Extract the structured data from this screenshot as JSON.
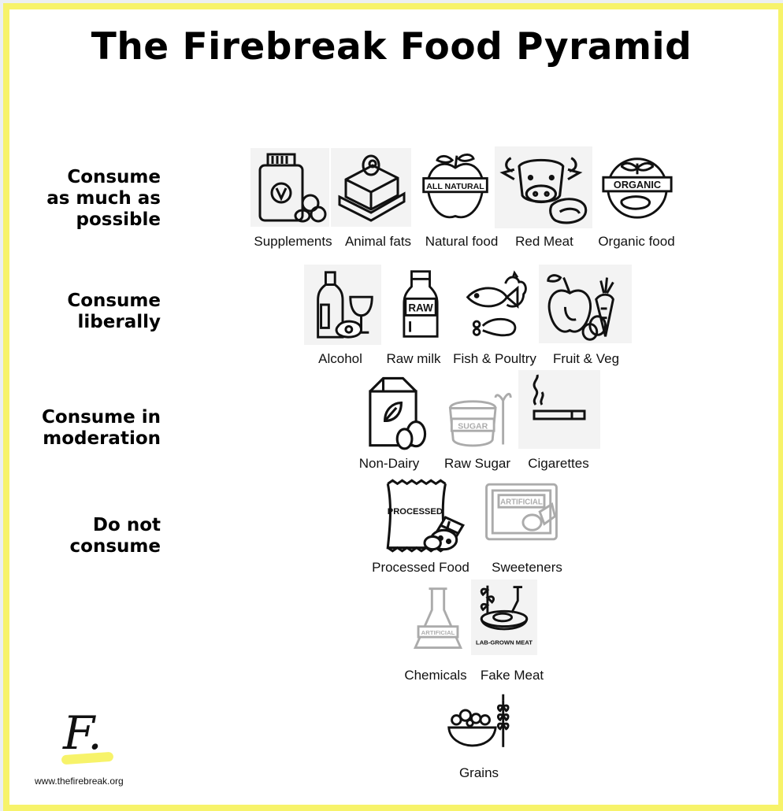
{
  "title": "The Firebreak Food Pyramid",
  "tiers": [
    {
      "lines": [
        "Consume",
        "as much as",
        "possible"
      ]
    },
    {
      "lines": [
        "Consume",
        "liberally"
      ]
    },
    {
      "lines": [
        "Consume in",
        "moderation"
      ]
    },
    {
      "lines": [
        "Do not",
        "consume"
      ]
    }
  ],
  "items": {
    "supplements": {
      "label": "Supplements",
      "icon": "supplement-bottle-icon"
    },
    "animal_fats": {
      "label": "Animal fats",
      "icon": "butter-icon"
    },
    "natural_food": {
      "label": "Natural food",
      "icon": "apple-icon",
      "badge": "ALL NATURAL"
    },
    "red_meat": {
      "label": "Red Meat",
      "icon": "cow-steak-icon"
    },
    "organic_food": {
      "label": "Organic food",
      "icon": "organic-badge-icon",
      "badge": "ORGANIC"
    },
    "alcohol": {
      "label": "Alcohol",
      "icon": "wine-icon"
    },
    "raw_milk": {
      "label": "Raw milk",
      "icon": "milk-bottle-icon",
      "badge": "RAW"
    },
    "fish_poultry": {
      "label": "Fish & Poultry",
      "icon": "fish-chicken-icon"
    },
    "fruit_veg": {
      "label": "Fruit & Veg",
      "icon": "fruit-veg-icon"
    },
    "non_dairy": {
      "label": "Non-Dairy",
      "icon": "carton-almond-icon"
    },
    "raw_sugar": {
      "label": "Raw Sugar",
      "icon": "sugar-bowl-icon",
      "badge": "SUGAR"
    },
    "cigarettes": {
      "label": "Cigarettes",
      "icon": "cigarette-icon"
    },
    "processed_food": {
      "label": "Processed Food",
      "icon": "processed-bag-icon",
      "badge": "PROCESSED"
    },
    "sweeteners": {
      "label": "Sweeteners",
      "icon": "sweetener-packet-icon",
      "badge": "ARTIFICIAL"
    },
    "chemicals": {
      "label": "Chemicals",
      "icon": "flask-icon",
      "badge": "ARTIFICIAL"
    },
    "fake_meat": {
      "label": "Fake Meat",
      "icon": "lab-meat-icon",
      "badge": "LAB-GROWN MEAT"
    },
    "grains": {
      "label": "Grains",
      "icon": "grain-bowl-icon"
    }
  },
  "logo": {
    "letter": "F.",
    "url": "www.thefirebreak.org"
  },
  "colors": {
    "frame": "#f7f36a",
    "highlight": "#f7f36a"
  }
}
